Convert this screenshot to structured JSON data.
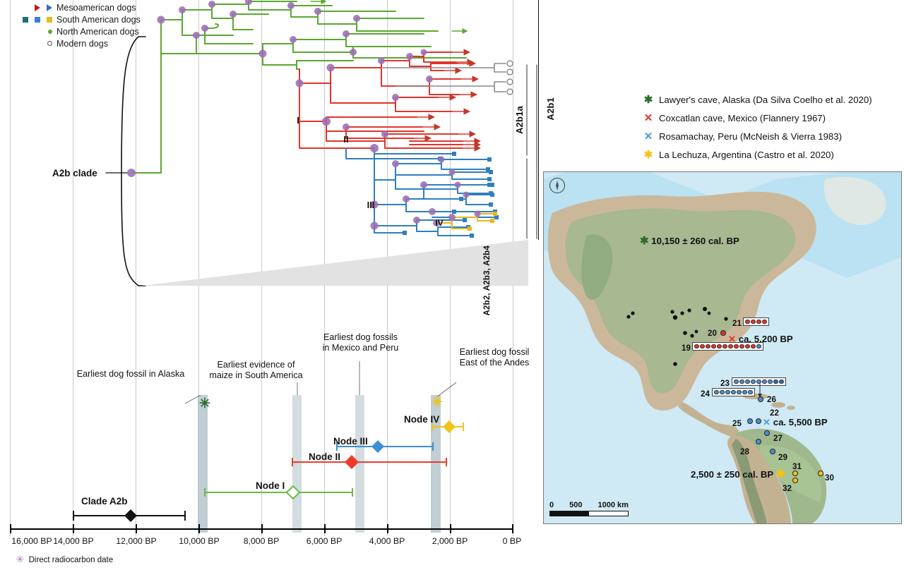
{
  "tree_legend": {
    "items": [
      {
        "label": "Mesoamerican dogs",
        "markers": [
          "triangle-darkred",
          "triangle-blue"
        ]
      },
      {
        "label": "South American dogs",
        "markers": [
          "square-teal",
          "square-blue",
          "square-yellow"
        ]
      },
      {
        "label": "North American dogs",
        "markers": [
          "dot-green"
        ]
      },
      {
        "label": "Modern dogs",
        "markers": [
          "circle-open"
        ]
      }
    ]
  },
  "tree": {
    "clade_label": "A2b clade",
    "node_marks": [
      "I",
      "II",
      "III",
      "IV"
    ],
    "vertical_labels": {
      "a2b1a": "A2b1a",
      "a2b1": "A2b1",
      "a2b_others": "A2b2, A2b3, A2b4"
    },
    "colors": {
      "north_american": "#5aa832",
      "mesoamerican": "#e2352c",
      "south_american": "#2f7fc0",
      "south_american_yellow": "#e8b81c",
      "modern": "#8a8a8a",
      "node_circle": "#9b6fb5"
    }
  },
  "timeline": {
    "axis": {
      "ticks": [
        "16,000 BP",
        "14,000 BP",
        "12,000 BP",
        "10,000 BP",
        "8,000 BP",
        "6,000 BP",
        "4,000 BP",
        "2,000 BP",
        "0 BP"
      ],
      "tick_values": [
        16000,
        14000,
        12000,
        10000,
        8000,
        6000,
        4000,
        2000,
        0
      ],
      "min": 0,
      "max": 16000
    },
    "annotations": [
      {
        "text": "Earliest dog fossil in Alaska",
        "marker": "asterisk-green",
        "at_bp": 10150
      },
      {
        "text": "Earliest evidence of\nmaize in South America",
        "at_bp": 7000
      },
      {
        "text": "Earliest dog fossils\nin Mexico and Peru",
        "at_bp": 5200
      },
      {
        "text": "Earliest dog fossil\nEast of the Andes",
        "marker": "asterisk-yellow",
        "at_bp": 2500
      }
    ],
    "nodes": [
      {
        "label": "Clade A2b",
        "color": "#111111",
        "fill": "solid",
        "median_bp": 12350,
        "low_bp": 14150,
        "high_bp": 10950
      },
      {
        "label": "Node I",
        "color": "#6cba45",
        "fill": "open",
        "median_bp": 7000,
        "low_bp": 9800,
        "high_bp": 5100
      },
      {
        "label": "Node II",
        "color": "#ef3b2c",
        "fill": "solid",
        "median_bp": 5250,
        "low_bp": 8050,
        "high_bp": 3150
      },
      {
        "label": "Node III",
        "color": "#3d8fd1",
        "fill": "solid",
        "median_bp": 4400,
        "low_bp": 6050,
        "high_bp": 3000
      },
      {
        "label": "Node IV",
        "color": "#f0c41b",
        "fill": "solid",
        "median_bp": 2000,
        "low_bp": 2550,
        "high_bp": 1550
      }
    ],
    "radiocarbon_note": "Direct radiocarbon date"
  },
  "map_legend": {
    "items": [
      {
        "glyph": "✱",
        "color": "#2d6b2d",
        "text": "Lawyer's cave, Alaska (Da Silva Coelho et al. 2020)"
      },
      {
        "glyph": "✕",
        "color": "#e2352c",
        "text": "Coxcatlan cave, Mexico (Flannery 1967)"
      },
      {
        "glyph": "✕",
        "color": "#4c9bd6",
        "text": "Rosamachay, Peru (McNeish & Vierra 1983)"
      },
      {
        "glyph": "✱",
        "color": "#f0c41b",
        "text": "La Lechuza, Argentina (Castro et al. 2020)"
      }
    ]
  },
  "map": {
    "date_labels": [
      {
        "text": "10,150 ± 260 cal. BP",
        "marker": "asterisk-green"
      },
      {
        "text": "ca. 5,200 BP",
        "marker": "x-red"
      },
      {
        "text": "ca. 5,500 BP",
        "marker": "x-blue"
      },
      {
        "text": "2,500 ± 250  cal. BP",
        "marker": "asterisk-yellow"
      }
    ],
    "site_numbers": [
      "19",
      "20",
      "21",
      "22",
      "23",
      "24",
      "25",
      "26",
      "27",
      "28",
      "29",
      "30",
      "31",
      "32"
    ],
    "dot_groups": [
      {
        "id": "19",
        "count": 12,
        "color": "red",
        "last_blue": true
      },
      {
        "id": "21",
        "count": 4,
        "color": "red"
      },
      {
        "id": "23",
        "count": 9,
        "color": "blue"
      },
      {
        "id": "24",
        "count": 7,
        "color": "blue"
      }
    ],
    "scale": {
      "labels": [
        "0",
        "500",
        "1000 km"
      ]
    },
    "compass": "compass-rose"
  }
}
